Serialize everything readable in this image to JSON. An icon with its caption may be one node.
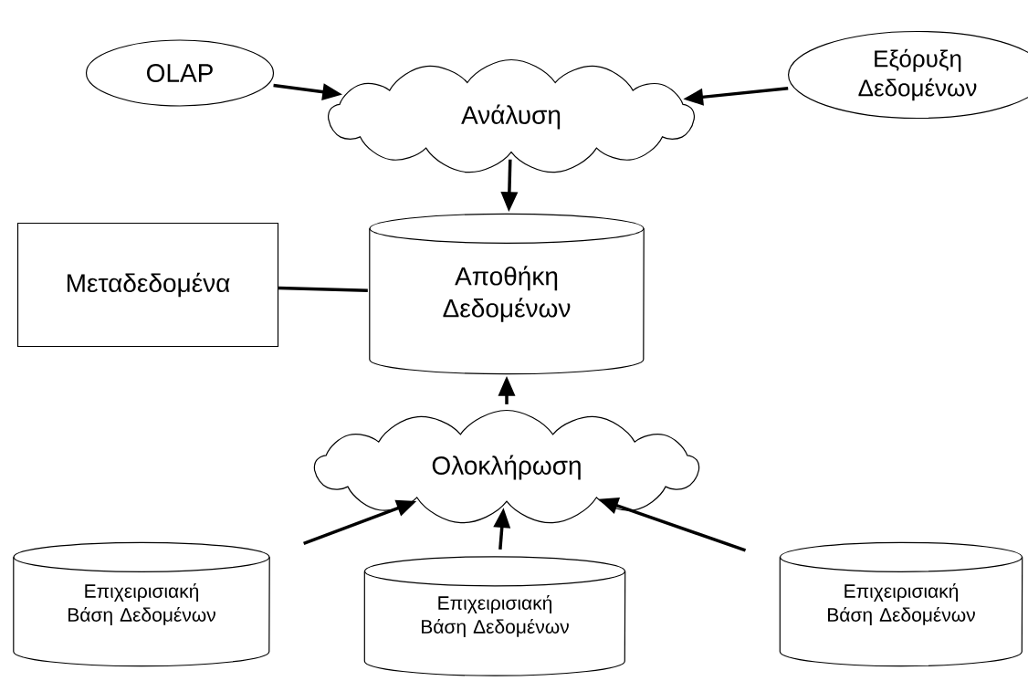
{
  "diagram": {
    "nodes": [
      {
        "text": [
          "OLAP"
        ]
      },
      {
        "text": [
          "Εξόρυξη Δεδομένων"
        ]
      },
      {
        "text": [
          "Ανάλυση"
        ]
      },
      {
        "text": [
          "Μεταδεδομένα"
        ]
      },
      {
        "text": [
          "Αποθήκη Δεδομένων"
        ]
      },
      {
        "text": [
          "Ολοκλήρωση"
        ]
      },
      {
        "text": [
          "Επιχειρισιακή Βάση Δεδομένων"
        ]
      },
      {
        "text": [
          "Επιχειρισιακή Βάση Δεδομένων"
        ]
      },
      {
        "text": [
          "Επιχειρισιακή Βάση Δεδομένων"
        ]
      }
    ],
    "edges": [
      {
        "from": 0,
        "to": 2,
        "arrow": "to"
      },
      {
        "from": 1,
        "to": 2,
        "arrow": "to"
      },
      {
        "from": 2,
        "to": 4,
        "arrow": "to"
      },
      {
        "from": 3,
        "to": 4,
        "arrow": "none"
      },
      {
        "from": 5,
        "to": 4,
        "arrow": "to"
      },
      {
        "from": 6,
        "to": 5,
        "arrow": "to"
      },
      {
        "from": 7,
        "to": 5,
        "arrow": "to"
      },
      {
        "from": 8,
        "to": 5,
        "arrow": "to"
      }
    ]
  }
}
